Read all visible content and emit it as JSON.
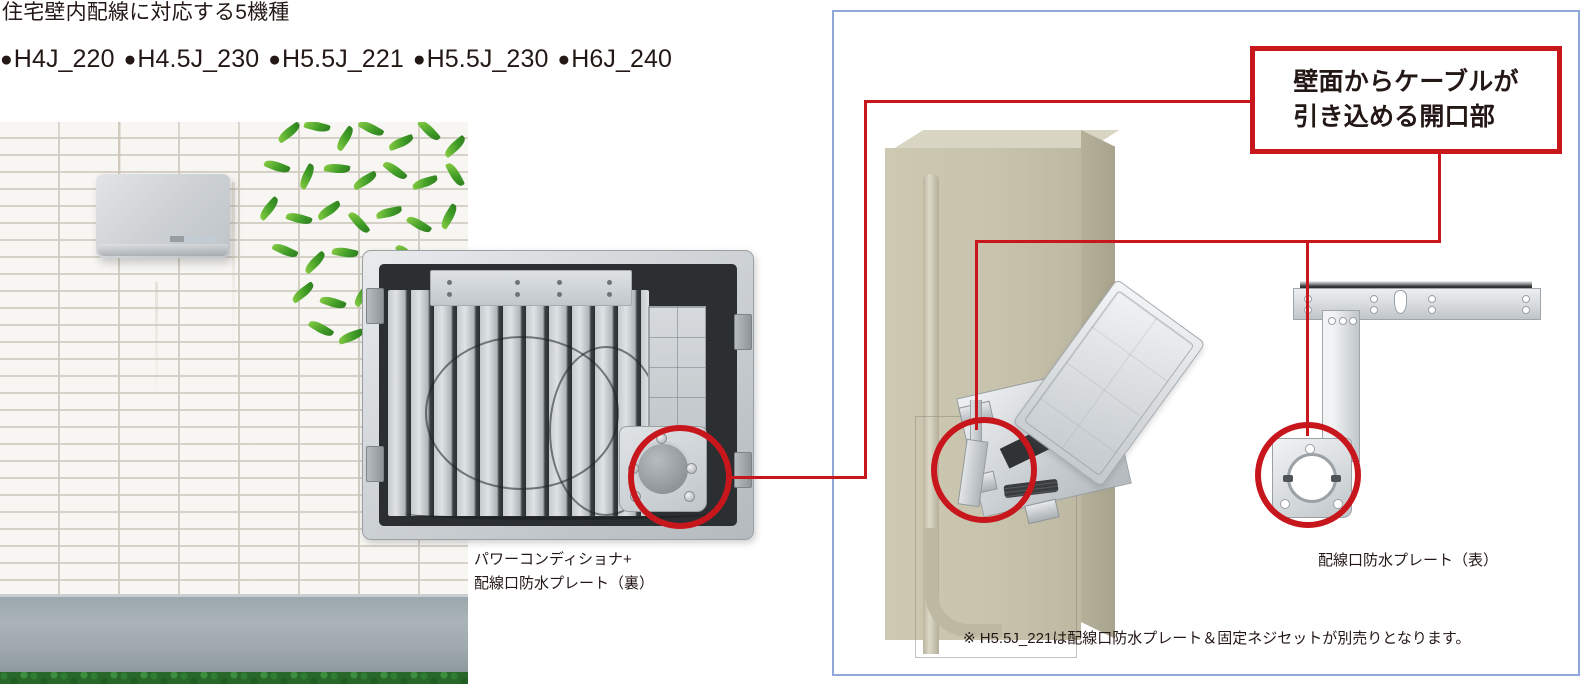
{
  "header": {
    "title": "住宅壁内配線に対応する5機種",
    "models": [
      {
        "bullet": "●",
        "code": "H4J_220"
      },
      {
        "bullet": "●",
        "code": "H4.5J_230"
      },
      {
        "bullet": "●",
        "code": "H5.5J_221"
      },
      {
        "bullet": "●",
        "code": "H5.5J_230"
      },
      {
        "bullet": "●",
        "code": "H6J_240"
      }
    ]
  },
  "callout": {
    "text": "壁面からケーブルが\n引き込める開口部"
  },
  "captions": {
    "left": "パワーコンディショナ+\n配線口防水プレート（裏）",
    "right": "配線口防水プレート（表）"
  },
  "footnote": {
    "text": "※ H5.5J_221は配線口防水プレート＆固定ネジセットが別売りとなります。"
  },
  "colors": {
    "accent_red": "#c8161d",
    "panel_border_blue": "#8fa8d8",
    "text": "#231815",
    "wall_beige": "#c8c3ad",
    "metal_gray": "#c9ced2"
  }
}
